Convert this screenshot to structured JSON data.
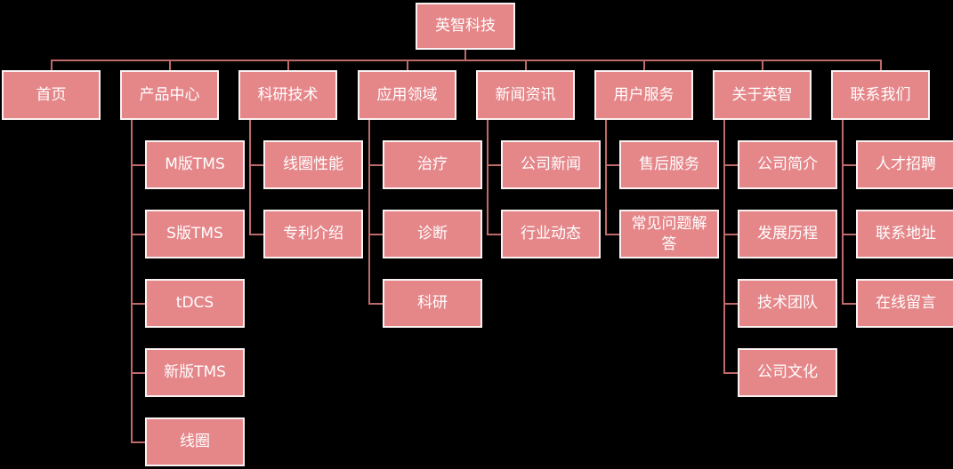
{
  "diagram": {
    "type": "sitemap-org-tree",
    "colors": {
      "background": "#000000",
      "node_fill": "#e58689",
      "node_border": "#faf2f2",
      "connector": "#bf6a6a",
      "text": "#ffffff"
    },
    "root": {
      "id": "root",
      "label": "英智科技"
    },
    "branches": [
      {
        "id": "home",
        "label": "首页",
        "children": []
      },
      {
        "id": "product-center",
        "label": "产品中心",
        "children": [
          {
            "id": "m-tms",
            "label": "M版TMS"
          },
          {
            "id": "s-tms",
            "label": "S版TMS"
          },
          {
            "id": "tdcs",
            "label": "tDCS"
          },
          {
            "id": "new-tms",
            "label": "新版TMS"
          },
          {
            "id": "coil",
            "label": "线圈"
          }
        ]
      },
      {
        "id": "research-tech",
        "label": "科研技术",
        "children": [
          {
            "id": "coil-performance",
            "label": "线圈性能"
          },
          {
            "id": "patent-intro",
            "label": "专利介绍"
          }
        ]
      },
      {
        "id": "application-fields",
        "label": "应用领域",
        "children": [
          {
            "id": "treatment",
            "label": "治疗"
          },
          {
            "id": "diagnosis",
            "label": "诊断"
          },
          {
            "id": "research",
            "label": "科研"
          }
        ]
      },
      {
        "id": "news",
        "label": "新闻资讯",
        "children": [
          {
            "id": "company-news",
            "label": "公司新闻"
          },
          {
            "id": "industry-trends",
            "label": "行业动态"
          }
        ]
      },
      {
        "id": "user-service",
        "label": "用户服务",
        "children": [
          {
            "id": "after-sales-service",
            "label": "售后服务"
          },
          {
            "id": "faq",
            "label": "常见问题解答"
          }
        ]
      },
      {
        "id": "about",
        "label": "关于英智",
        "children": [
          {
            "id": "company-profile",
            "label": "公司简介"
          },
          {
            "id": "development-history",
            "label": "发展历程"
          },
          {
            "id": "tech-team",
            "label": "技术团队"
          },
          {
            "id": "company-culture",
            "label": "公司文化"
          }
        ]
      },
      {
        "id": "contact",
        "label": "联系我们",
        "children": [
          {
            "id": "talent-recruitment",
            "label": "人才招聘"
          },
          {
            "id": "contact-address",
            "label": "联系地址"
          },
          {
            "id": "online-message",
            "label": "在线留言"
          }
        ]
      }
    ]
  }
}
